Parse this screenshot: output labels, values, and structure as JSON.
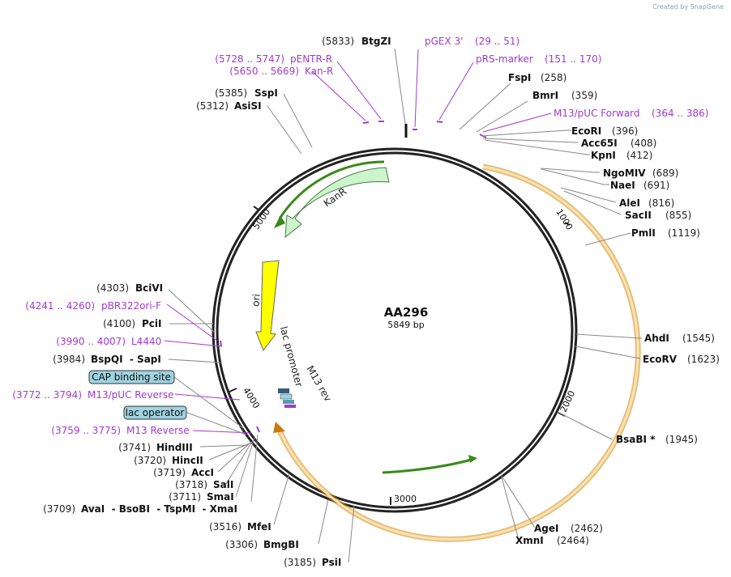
{
  "watermark": "Created by SnapGene",
  "plasmid": {
    "name": "AA296",
    "size": "5849 bp"
  },
  "ticks": [
    "1000",
    "2000",
    "3000",
    "4000",
    "5000"
  ],
  "sites": [
    {
      "id": "btgzi",
      "name": "BtgZI",
      "pos": "(5833)"
    },
    {
      "id": "fspi",
      "name": "FspI",
      "pos": "(258)"
    },
    {
      "id": "bmri",
      "name": "BmrI",
      "pos": "(359)"
    },
    {
      "id": "ecori",
      "name": "EcoRI",
      "pos": "(396)"
    },
    {
      "id": "acc65i",
      "name": "Acc65I",
      "pos": "(408)"
    },
    {
      "id": "kpni",
      "name": "KpnI",
      "pos": "(412)"
    },
    {
      "id": "ngomiv",
      "name": "NgoMIV",
      "pos": "(689)"
    },
    {
      "id": "naei",
      "name": "NaeI",
      "pos": "(691)"
    },
    {
      "id": "alei",
      "name": "AleI",
      "pos": "(816)"
    },
    {
      "id": "sacii",
      "name": "SacII",
      "pos": "(855)"
    },
    {
      "id": "pmli",
      "name": "PmlI",
      "pos": "(1119)"
    },
    {
      "id": "ahdi",
      "name": "AhdI",
      "pos": "(1545)"
    },
    {
      "id": "ecorv",
      "name": "EcoRV",
      "pos": "(1623)"
    },
    {
      "id": "bsabi",
      "name": "BsaBI *",
      "pos": "(1945)"
    },
    {
      "id": "agei",
      "name": "AgeI",
      "pos": "(2462)"
    },
    {
      "id": "xmni",
      "name": "XmnI",
      "pos": "(2464)"
    },
    {
      "id": "psii",
      "name": "PsiI",
      "pos": "(3185)"
    },
    {
      "id": "bmgbi",
      "name": "BmgBI",
      "pos": "(3306)"
    },
    {
      "id": "mfei",
      "name": "MfeI",
      "pos": "(3516)"
    },
    {
      "id": "avai",
      "name": "AvaI  - BsoBI  - TspMI  - XmaI",
      "pos": "(3709)"
    },
    {
      "id": "smai",
      "name": "SmaI",
      "pos": "(3711)"
    },
    {
      "id": "sali",
      "name": "SalI",
      "pos": "(3718)"
    },
    {
      "id": "acci",
      "name": "AccI",
      "pos": "(3719)"
    },
    {
      "id": "hincii",
      "name": "HincII",
      "pos": "(3720)"
    },
    {
      "id": "hindiii",
      "name": "HindIII",
      "pos": "(3741)"
    },
    {
      "id": "bspqi",
      "name": "BspQI  - SapI",
      "pos": "(3984)"
    },
    {
      "id": "pcii",
      "name": "PciI",
      "pos": "(4100)"
    },
    {
      "id": "bcivi",
      "name": "BciVI",
      "pos": "(4303)"
    },
    {
      "id": "asisi",
      "name": "AsiSI",
      "pos": "(5312)"
    },
    {
      "id": "sspi",
      "name": "SspI",
      "pos": "(5385)"
    }
  ],
  "primers": [
    {
      "id": "pgex3",
      "name": "pGEX 3'",
      "range": "(29 .. 51)"
    },
    {
      "id": "prs",
      "name": "pRS-marker",
      "range": "(151 .. 170)"
    },
    {
      "id": "m13puc",
      "name": "M13/pUC Forward",
      "range": "(364 .. 386)"
    },
    {
      "id": "pentr",
      "name": "pENTR-R",
      "range": "(5728 .. 5747)"
    },
    {
      "id": "kanr",
      "name": "Kan-R",
      "range": "(5650 .. 5669)"
    },
    {
      "id": "pbr",
      "name": "pBR322ori-F",
      "range": "(4241 .. 4260)"
    },
    {
      "id": "l4440",
      "name": "L4440",
      "range": "(3990 .. 4007)"
    },
    {
      "id": "m13pucrev",
      "name": "M13/pUC Reverse",
      "range": "(3772 .. 3794)"
    },
    {
      "id": "m13rev",
      "name": "M13 Reverse",
      "range": "(3759 .. 3775)"
    }
  ],
  "boxed": {
    "cap": "CAP binding site",
    "lacop": "lac operator"
  },
  "features": {
    "kanr": "KanR",
    "ori": "ori",
    "lacpromoter": "lac promoter",
    "m13rev": "M13 rev"
  },
  "colors": {
    "primer": "#a23ad1",
    "kanr": "#ccf5cc",
    "ori": "#ffff00",
    "orf": "#f7d28a",
    "orfEdge": "#d08a10",
    "boxFill": "#9fd3e0"
  }
}
